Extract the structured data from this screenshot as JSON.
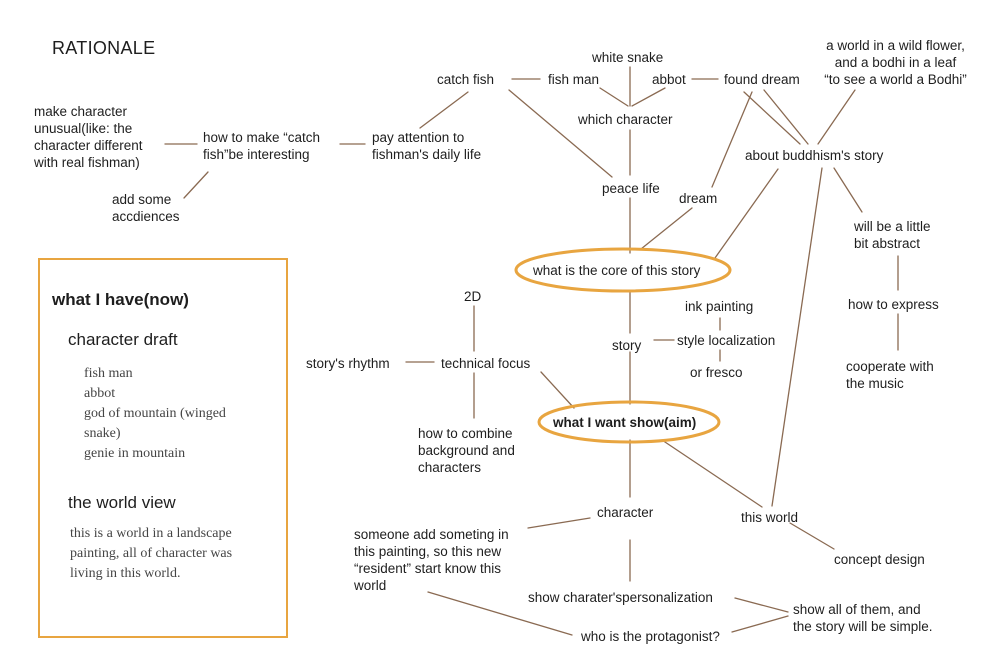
{
  "title": "RATIONALE",
  "nodes": {
    "catch_fish": "catch fish",
    "fish_man": "fish man",
    "white_snake": "white snake",
    "abbot": "abbot",
    "found_dream": "found dream",
    "world_flower": "a world in a wild flower,\nand a bodhi in a leaf\n“to see a world a Bodhi”",
    "which_character": "which character",
    "about_buddhism": "about buddhism's story",
    "make_unusual": "make character\nunusual(like: the\ncharacter different\nwith real fishman)",
    "how_to_make": "how to make “catch\nfish”be interesting",
    "pay_attention": "pay attention to\nfishman's daily life",
    "peace_life": "peace life",
    "dream": "dream",
    "add_accidences": "add some\naccdiences",
    "little_abstract": "will be a little\nbit  abstract",
    "core_story": "what is the core of this story",
    "how_express": "how to express",
    "cooperate_music": "cooperate with\nthe music",
    "two_d": "2D",
    "ink_painting": "ink painting",
    "story": "story",
    "style_localization": "style localization",
    "or_fresco": "or fresco",
    "storys_rhythm": "story's rhythm",
    "technical_focus": "technical focus",
    "what_i_want": "what I want show(aim)",
    "how_combine": "how to combine\nbackground and\ncharacters",
    "character": "character",
    "this_world": "this world",
    "someone_add": "someone add someting in\nthis painting, so this new\n“resident” start know this\nworld",
    "concept_design": "concept design",
    "show_personalization": "show charater'spersonalization",
    "show_all": "show all of them, and\nthe story will be simple.",
    "protagonist": "who is the protagonist?"
  },
  "panel": {
    "heading": "what I have(now)",
    "character_draft_title": "character draft",
    "characters": [
      "fish man",
      "abbot",
      "god of mountain (winged\nsnake)",
      "genie in mountain"
    ],
    "world_view_title": "the world view",
    "world_view_text": "this is a world in a landscape\npainting, all of character was\nliving in this world."
  },
  "colors": {
    "line": "#8a6a52",
    "highlight": "#e8a540",
    "text": "#1e1e1e",
    "panel_text": "#444444"
  }
}
